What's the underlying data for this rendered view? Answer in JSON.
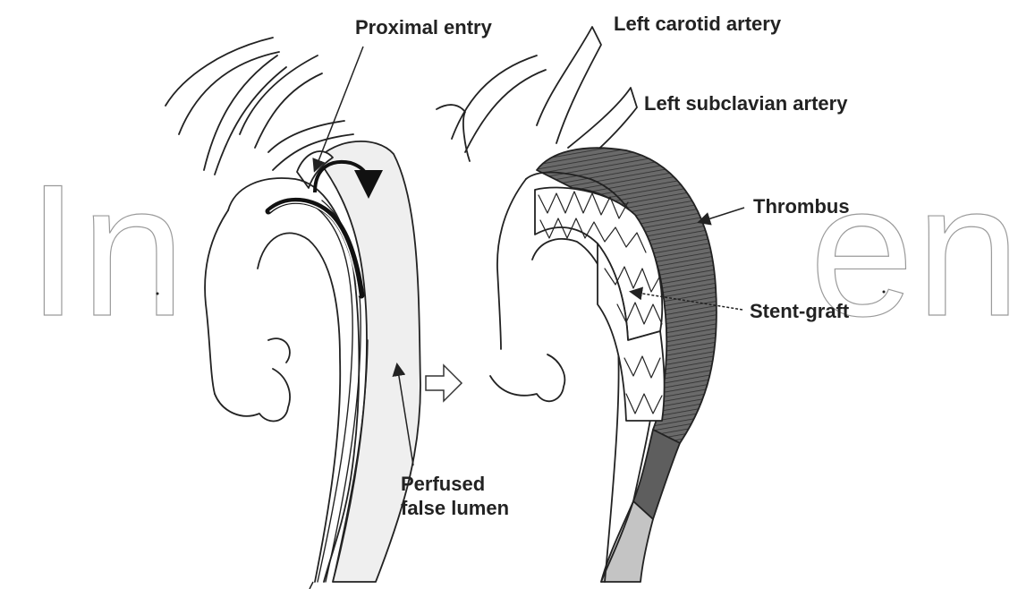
{
  "labels": {
    "proximal_entry": "Proximal entry",
    "left_carotid": "Left carotid artery",
    "left_subclavian": "Left subclavian artery",
    "thrombus": "Thrombus",
    "stent_graft": "Stent-graft",
    "perfused_line1": "Perfused",
    "perfused_line2": "false lumen"
  },
  "watermark": {
    "left_text": "In",
    "right_text": "en"
  },
  "colors": {
    "outline": "#222222",
    "false_lumen": "#efefef",
    "thrombus": "#5e5e5e",
    "thrombus_lower": "#c4c4c4",
    "watermark": "#9a9a9a"
  }
}
